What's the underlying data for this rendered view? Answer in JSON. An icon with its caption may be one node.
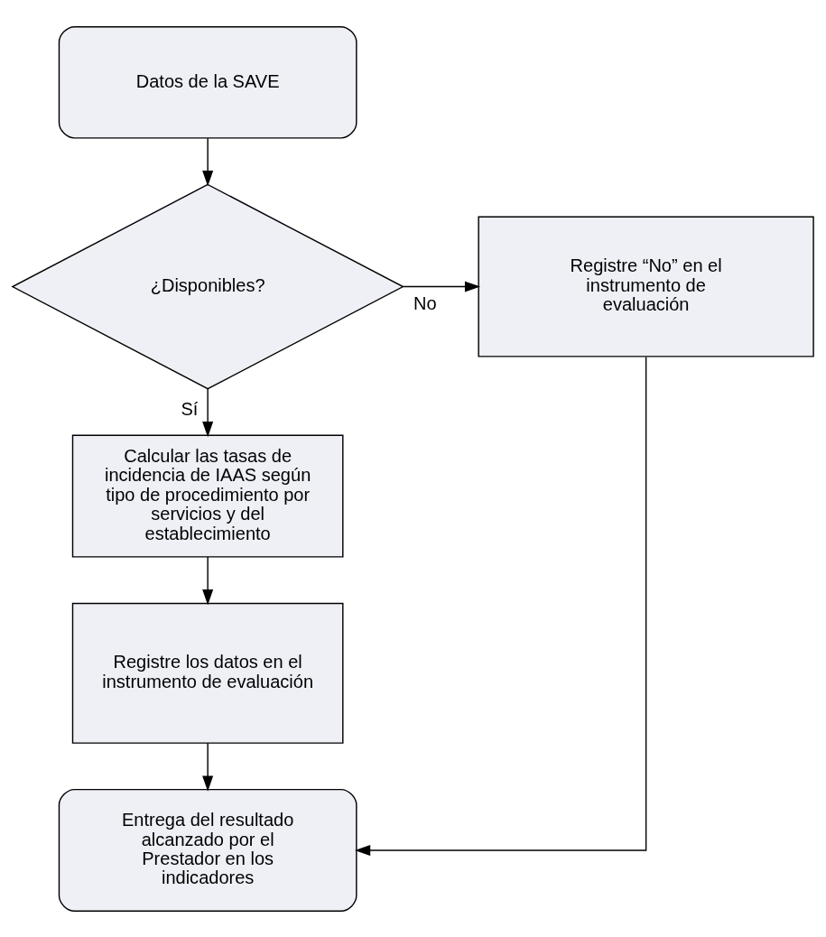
{
  "diagram": {
    "nodes": [
      {
        "text": [
          "Datos de la SAVE"
        ]
      },
      {
        "text": [
          "¿Disponibles?"
        ]
      },
      {
        "text": [
          "Registre “No” en el instrumento de evaluación"
        ]
      },
      {
        "text": [
          "Calcular las tasas de incidencia de IAAS según tipo de procedimiento por servicios y del establecimiento"
        ]
      },
      {
        "text": [
          "Registre los datos en el instrumento de evaluación"
        ]
      },
      {
        "text": [
          "Entrega del resultado alcanzado por el Prestador en los indicadores"
        ]
      }
    ],
    "edges": [
      {
        "from": 0,
        "to": 1,
        "arrow": "to"
      },
      {
        "from": 1,
        "to": 2,
        "arrow": "to",
        "label": "No"
      },
      {
        "from": 1,
        "to": 3,
        "arrow": "to",
        "label": "Sí"
      },
      {
        "from": 3,
        "to": 4,
        "arrow": "to"
      },
      {
        "from": 4,
        "to": 5,
        "arrow": "to"
      },
      {
        "from": 2,
        "to": 5,
        "arrow": "to"
      }
    ]
  }
}
